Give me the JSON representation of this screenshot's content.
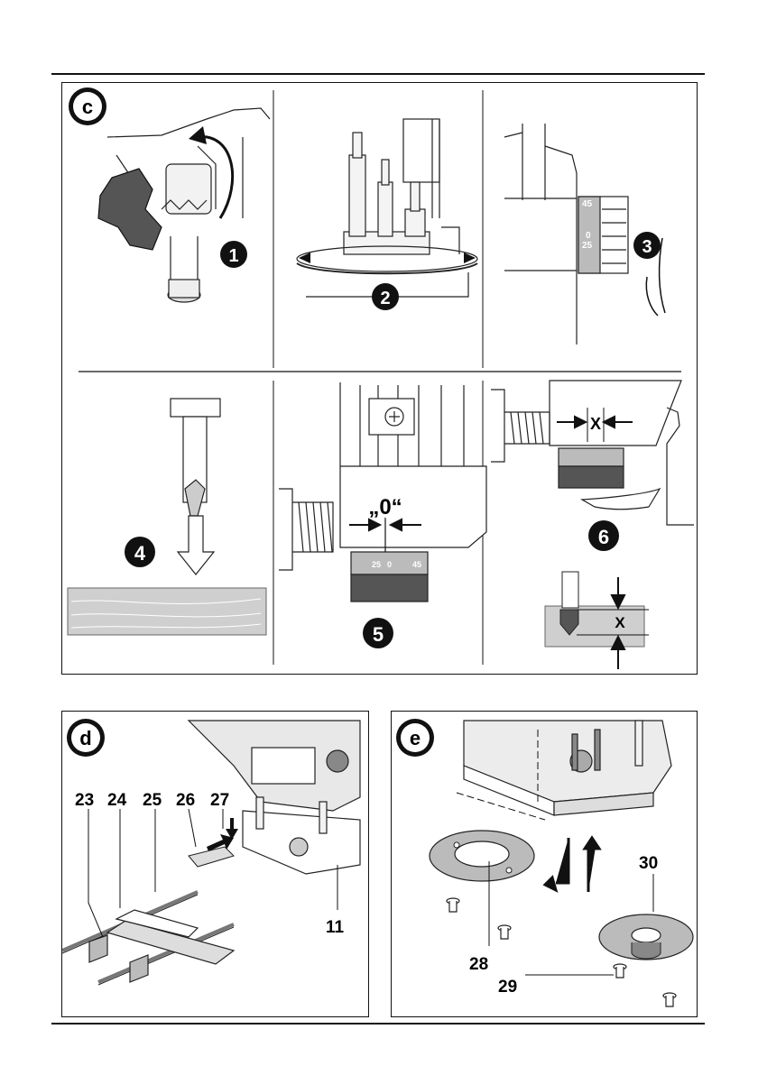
{
  "figure_c": {
    "letter": "c",
    "steps": [
      "1",
      "2",
      "3",
      "4",
      "5",
      "6"
    ],
    "scale_labels_top": [
      "45",
      "0",
      "25"
    ],
    "scale_labels_5": [
      "25",
      "0",
      "45"
    ],
    "zero_label": "„0“",
    "x_label": "X"
  },
  "figure_d": {
    "letter": "d",
    "callouts": [
      "23",
      "24",
      "25",
      "26",
      "27",
      "11"
    ]
  },
  "figure_e": {
    "letter": "e",
    "callouts": [
      "30",
      "28",
      "29"
    ]
  }
}
